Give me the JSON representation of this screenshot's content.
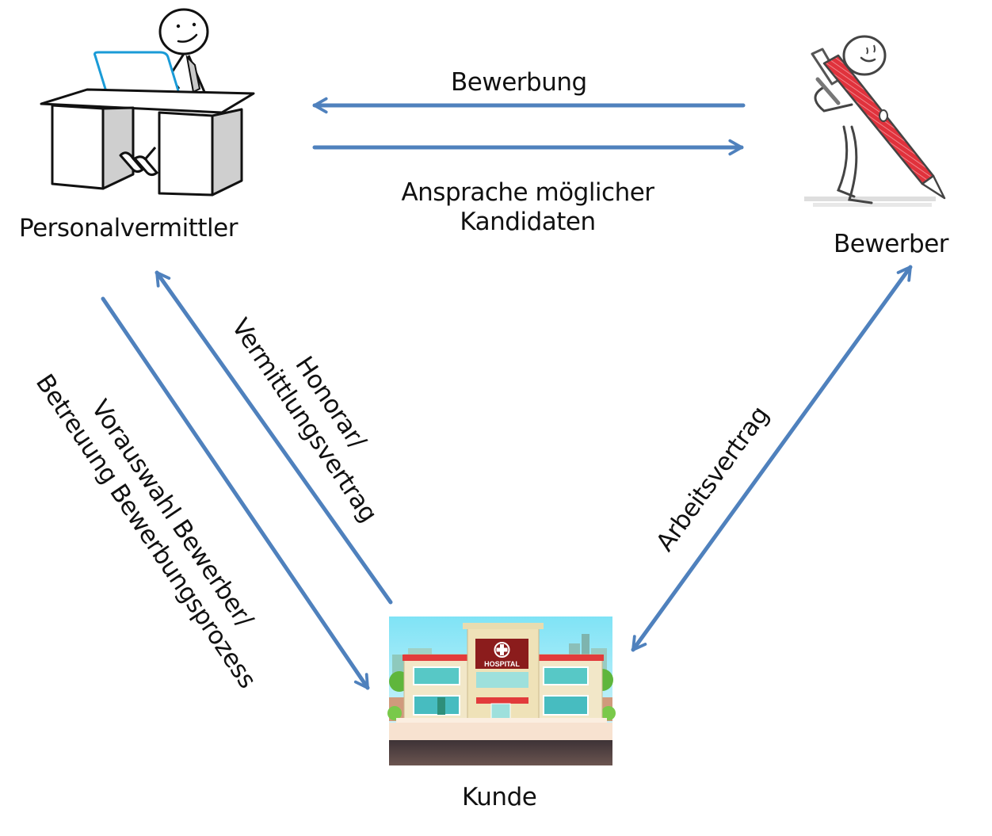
{
  "diagram": {
    "title": "Personalvermittlung Beziehungsdiagramm",
    "accent_color": "#4F81BD",
    "nodes": {
      "recruiter": {
        "label": "Personalvermittler",
        "icon": "stick-figure-at-desk-with-laptop-icon"
      },
      "applicant": {
        "label": "Bewerber",
        "icon": "stick-figure-with-pen-icon"
      },
      "client": {
        "label": "Kunde",
        "icon": "hospital-building-icon",
        "sign_text": "HOSPITAL"
      }
    },
    "edges": {
      "application": {
        "label": "Bewerbung",
        "from": "Bewerber",
        "to": "Personalvermittler"
      },
      "outreach": {
        "label_line1": "Ansprache möglicher",
        "label_line2": "Kandidaten",
        "from": "Personalvermittler",
        "to": "Bewerber"
      },
      "fee": {
        "label_line1": "Honorar/",
        "label_line2": "Vermittlungsvertrag",
        "from": "Kunde",
        "to": "Personalvermittler"
      },
      "preselection": {
        "label_line1": "Vorauswahl Bewerber/",
        "label_line2": "Betreuung Bewerbungsprozess",
        "from": "Personalvermittler",
        "to": "Kunde"
      },
      "employment": {
        "label": "Arbeitsvertrag",
        "from": "Kunde",
        "to": "Bewerber",
        "bidirectional": "true"
      }
    }
  }
}
